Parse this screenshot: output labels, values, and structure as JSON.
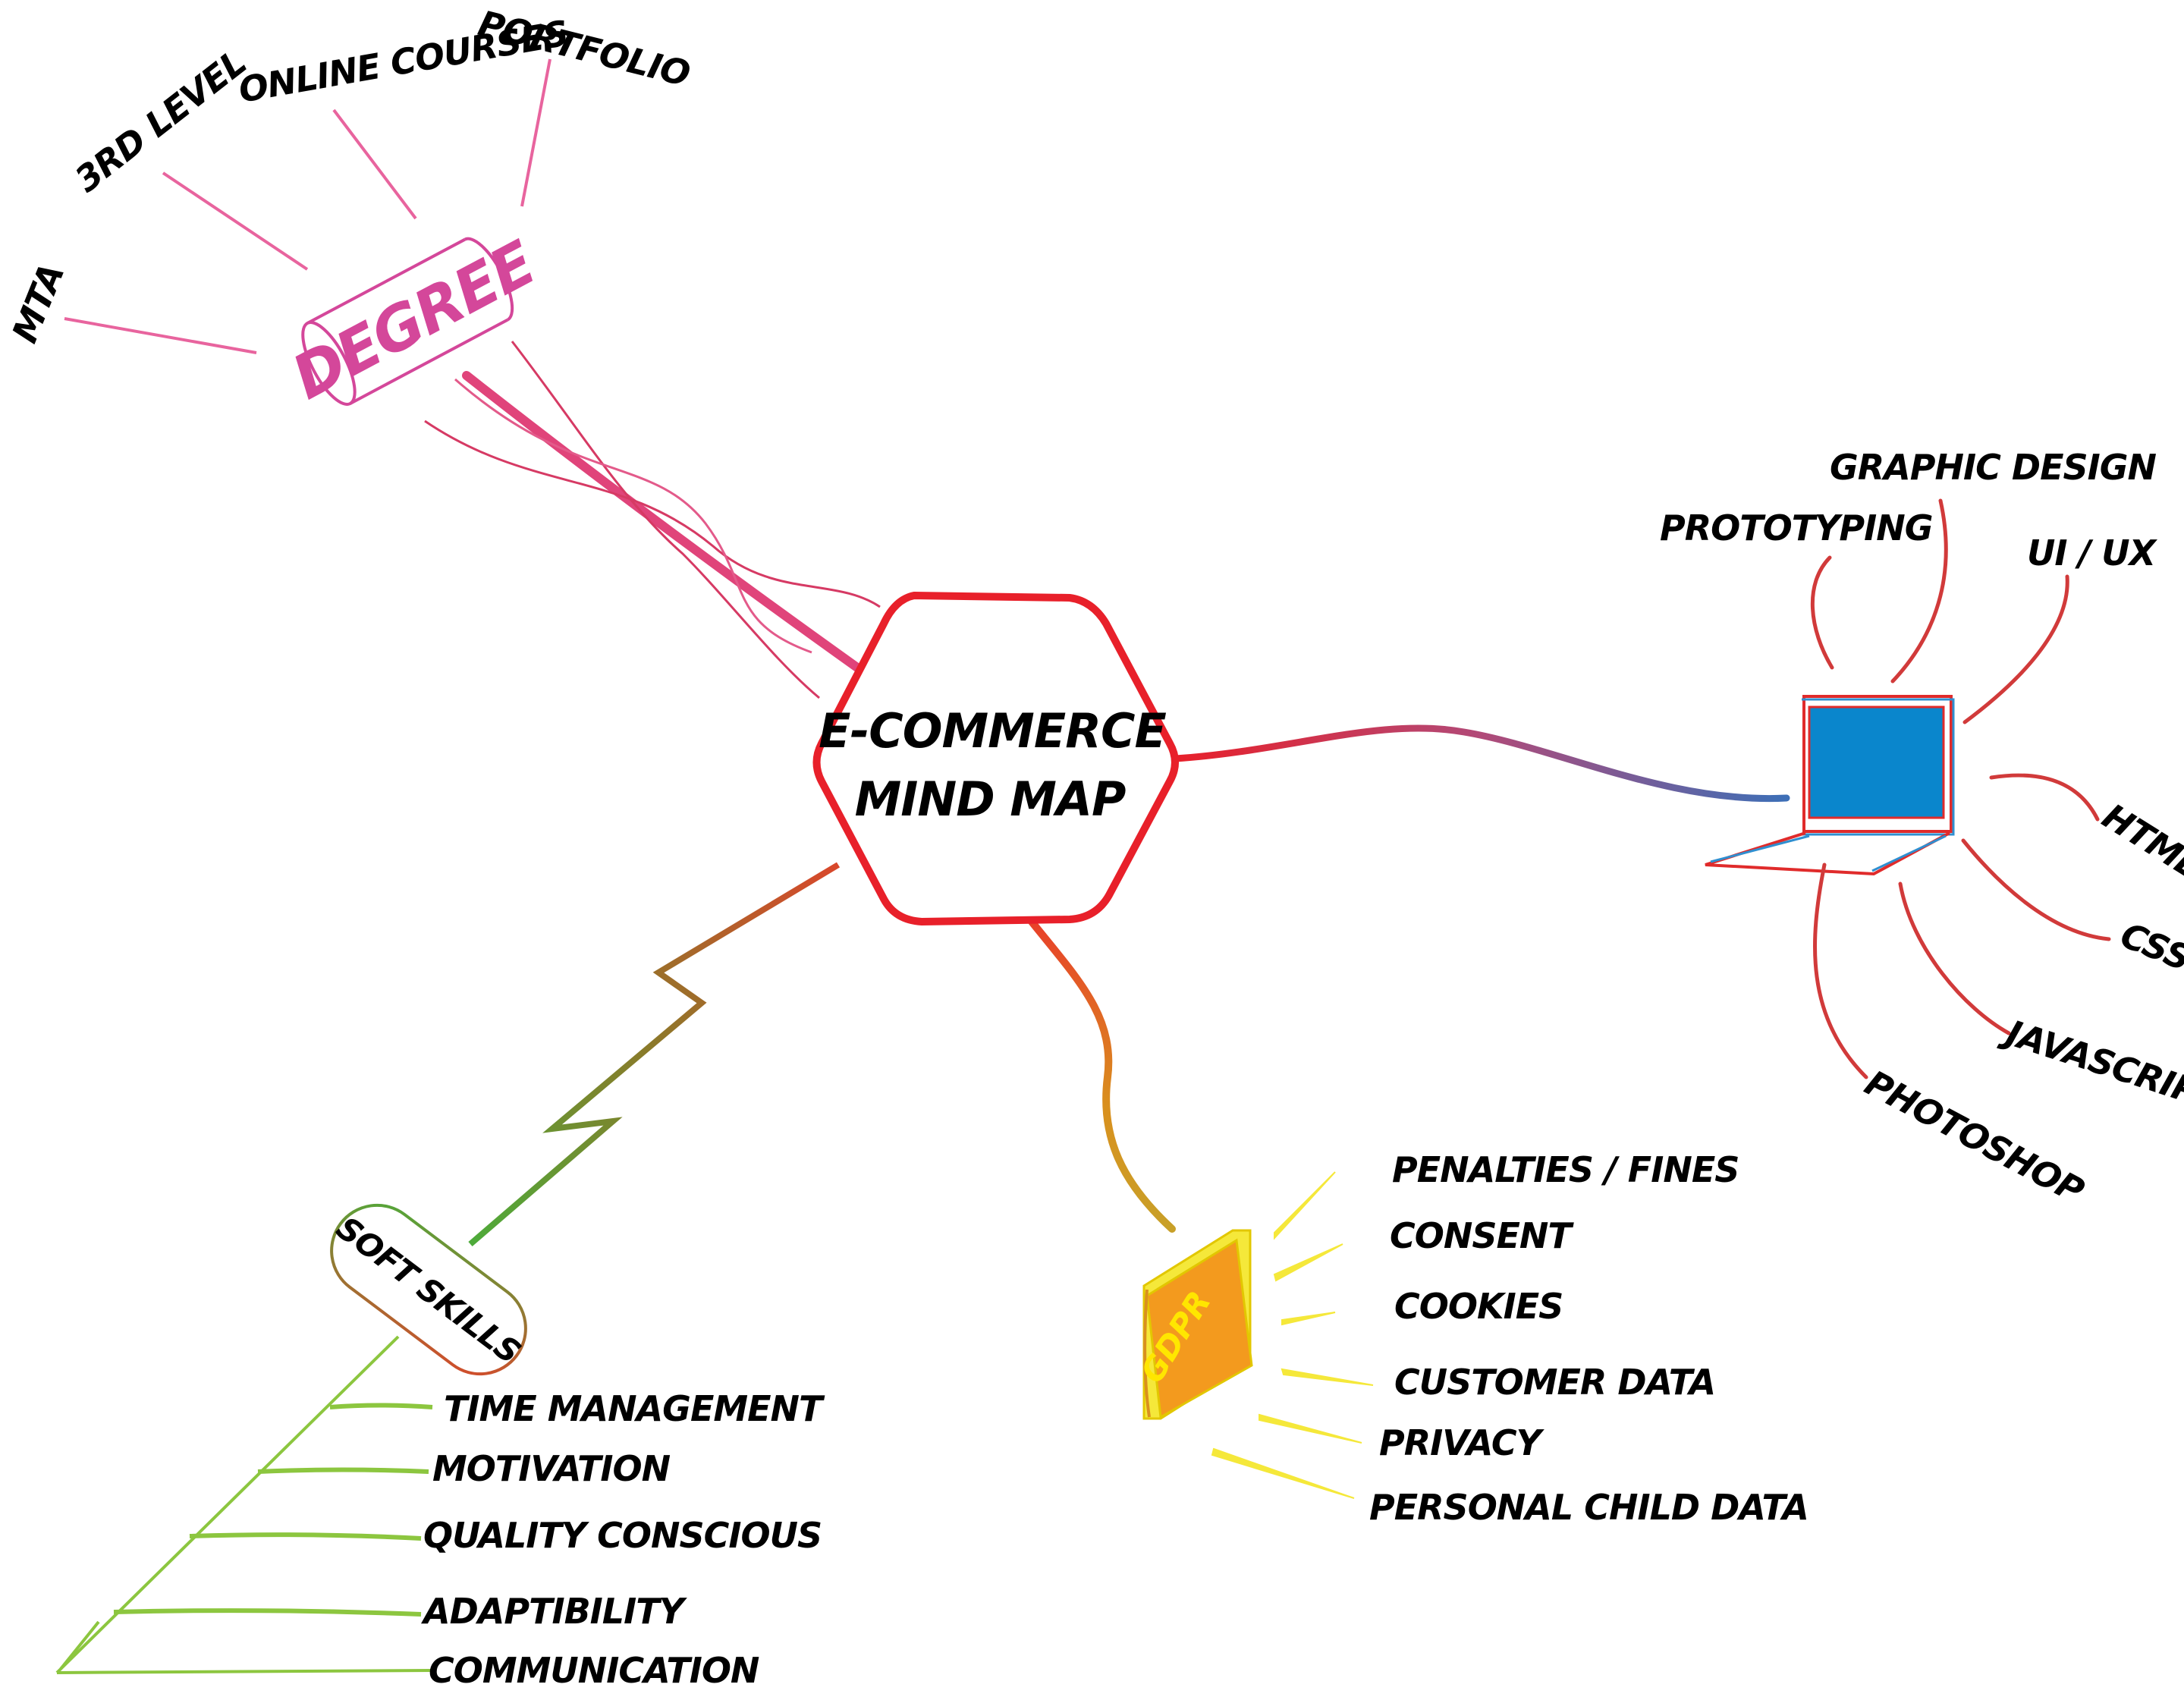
{
  "title": {
    "line1": "E-COMMERCE",
    "line2": "MIND MAP"
  },
  "colors": {
    "center_border": "#e8202a",
    "degree": "#d4479a",
    "degree_lines": "#e8649e",
    "laptop_screen": "#0a86cc",
    "laptop_frame_red": "#e02b2b",
    "laptop_frame_blue": "#2f8fd0",
    "tech_lines": "#d13a3a",
    "soft_green": "#8cc63f",
    "soft_red": "#d9472b",
    "gdpr_book": "#f39a1e",
    "gdpr_text": "#ffe600",
    "gdpr_rays": "#f5e83a"
  },
  "degree": {
    "label": "DEGREE",
    "branches": [
      "MTA",
      "3RD LEVEL",
      "ONLINE COURSES",
      "PORTFOLIO"
    ]
  },
  "tech": {
    "icon": "laptop-icon",
    "branches": [
      "PROTOTYPING",
      "GRAPHIC DESIGN",
      "UI / UX",
      "HTML",
      "CSS",
      "JAVASCRIPT",
      "PHOTOSHOP"
    ]
  },
  "soft_skills": {
    "label": "SOFT SKILLS",
    "items": [
      "TIME MANAGEMENT",
      "MOTIVATION",
      "QUALITY CONSCIOUS",
      "ADAPTIBILITY",
      "COMMUNICATION"
    ]
  },
  "gdpr": {
    "icon": "book-icon",
    "label": "GDPR",
    "items": [
      "PENALTIES / FINES",
      "CONSENT",
      "COOKIES",
      "CUSTOMER DATA",
      "PRIVACY",
      "PERSONAL CHILD DATA"
    ]
  }
}
